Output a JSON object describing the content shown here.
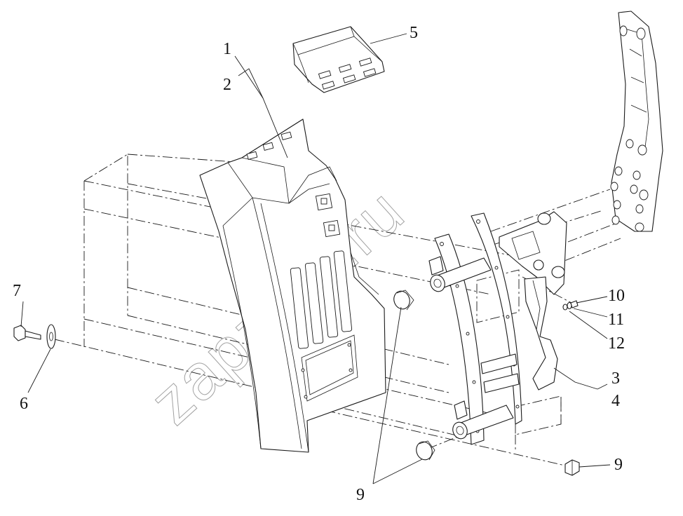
{
  "diagram": {
    "callouts": [
      {
        "id": "c1",
        "label": "1"
      },
      {
        "id": "c2",
        "label": "2"
      },
      {
        "id": "c3",
        "label": "3"
      },
      {
        "id": "c4",
        "label": "4"
      },
      {
        "id": "c5",
        "label": "5"
      },
      {
        "id": "c6",
        "label": "6"
      },
      {
        "id": "c7",
        "label": "7"
      },
      {
        "id": "c9a",
        "label": "9"
      },
      {
        "id": "c9b",
        "label": "9"
      },
      {
        "id": "c10",
        "label": "10"
      },
      {
        "id": "c11",
        "label": "11"
      },
      {
        "id": "c12",
        "label": "12"
      }
    ],
    "watermark": "zapzam.ru"
  }
}
